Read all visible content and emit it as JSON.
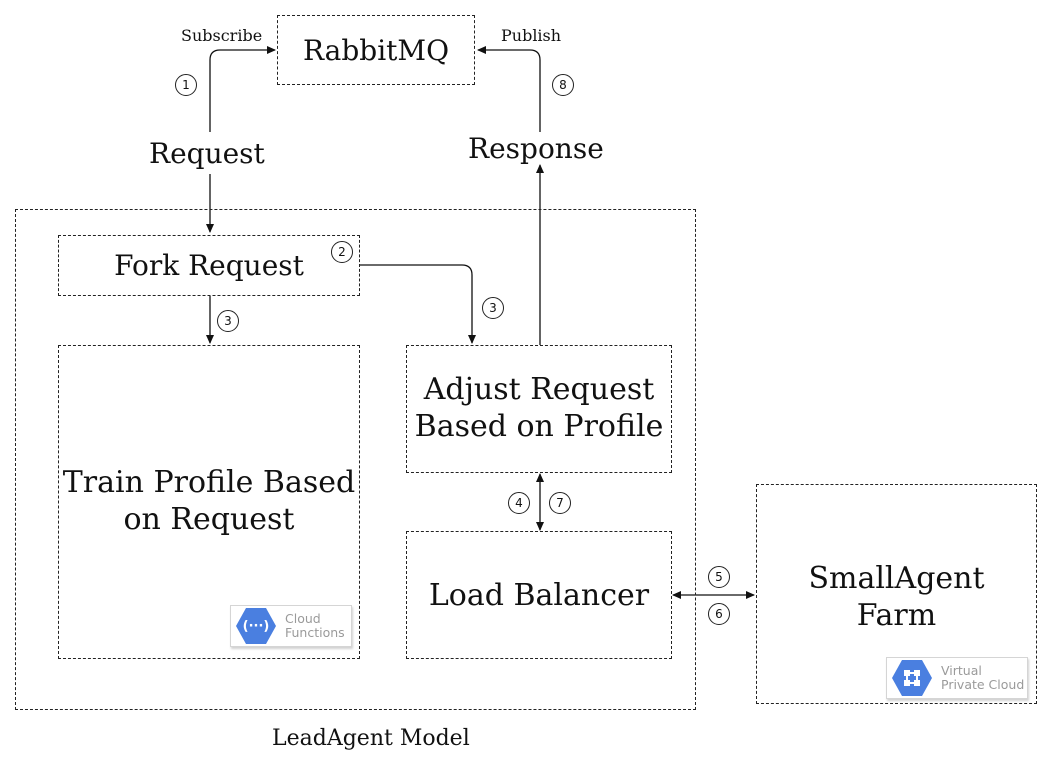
{
  "diagram": {
    "queue_label": "RabbitMQ",
    "subscribe_label": "Subscribe",
    "publish_label": "Publish",
    "request_label": "Request",
    "response_label": "Response",
    "fork_request_label": "Fork Request",
    "train_profile_line1": "Train Profile Based",
    "train_profile_line2": "on Request",
    "adjust_request_line1": "Adjust Request",
    "adjust_request_line2": "Based on Profile",
    "load_balancer_label": "Load Balancer",
    "small_agent_line1": "SmallAgent",
    "small_agent_line2": "Farm",
    "lead_agent_caption": "LeadAgent Model",
    "steps": {
      "subscribe": "1",
      "fork": "2",
      "to_train": "3",
      "to_adjust": "3",
      "to_balancer": "4",
      "to_farm": "5",
      "from_farm": "6",
      "from_balancer": "7",
      "publish": "8"
    },
    "cloud_functions_badge": {
      "icon": "cloud-functions-icon",
      "line1": "Cloud",
      "line2": "Functions"
    },
    "vpc_badge": {
      "icon": "virtual-private-cloud-icon",
      "line1": "Virtual",
      "line2": "Private Cloud"
    },
    "colors": {
      "line": "#111111",
      "gcp_blue": "#4a7fe0",
      "gcp_text": "#9a9a9a"
    }
  }
}
